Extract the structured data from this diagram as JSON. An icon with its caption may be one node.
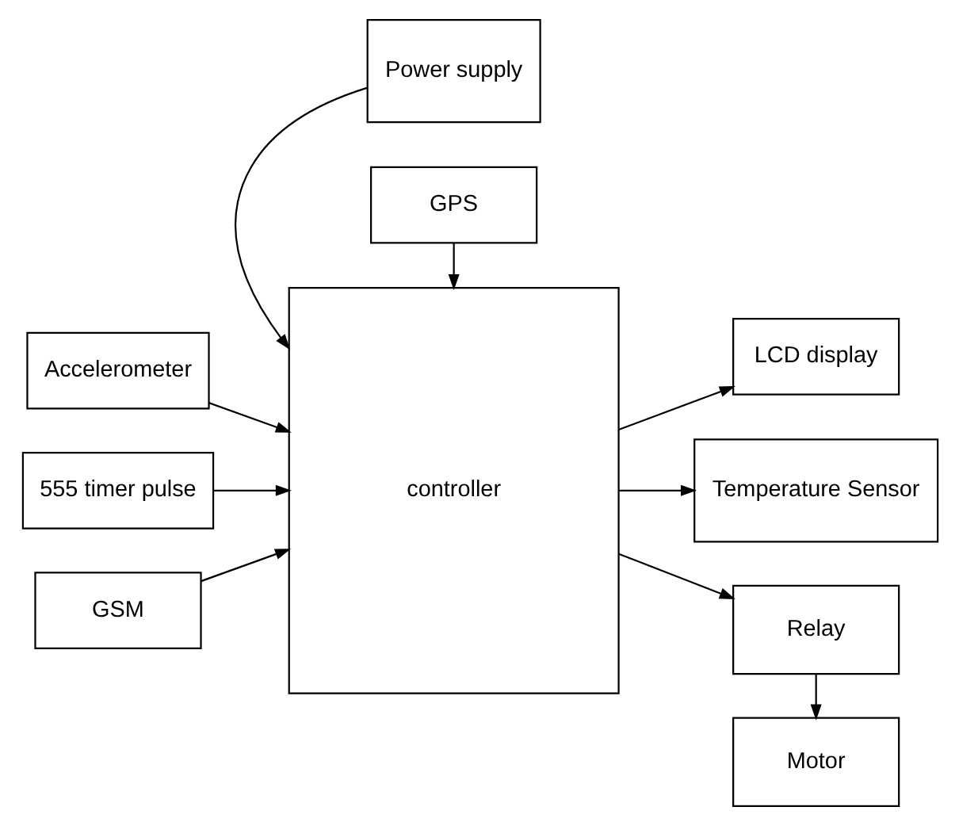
{
  "diagram": {
    "nodes": [
      {
        "text": [
          "Power supply"
        ]
      },
      {
        "text": [
          "Accelerometer"
        ]
      },
      {
        "text": [
          "555 timer pulse"
        ]
      },
      {
        "text": [
          "GSM"
        ]
      },
      {
        "text": [
          "controller"
        ]
      },
      {
        "text": [
          "LCD display"
        ]
      },
      {
        "text": [
          "Temperature Sensor"
        ]
      },
      {
        "text": [
          "Relay"
        ]
      },
      {
        "text": [
          "Motor"
        ]
      },
      {
        "text": [
          "GPS"
        ]
      }
    ],
    "edges": [
      {
        "from": 0,
        "to": 4,
        "arrow": "to"
      },
      {
        "from": 1,
        "to": 4,
        "arrow": "to"
      },
      {
        "from": 2,
        "to": 4,
        "arrow": "to"
      },
      {
        "from": 3,
        "to": 4,
        "arrow": "to"
      },
      {
        "from": 9,
        "to": 4,
        "arrow": "to"
      },
      {
        "from": 4,
        "to": 5,
        "arrow": "to"
      },
      {
        "from": 4,
        "to": 6,
        "arrow": "to"
      },
      {
        "from": 4,
        "to": 7,
        "arrow": "to"
      },
      {
        "from": 7,
        "to": 8,
        "arrow": "to"
      }
    ]
  }
}
